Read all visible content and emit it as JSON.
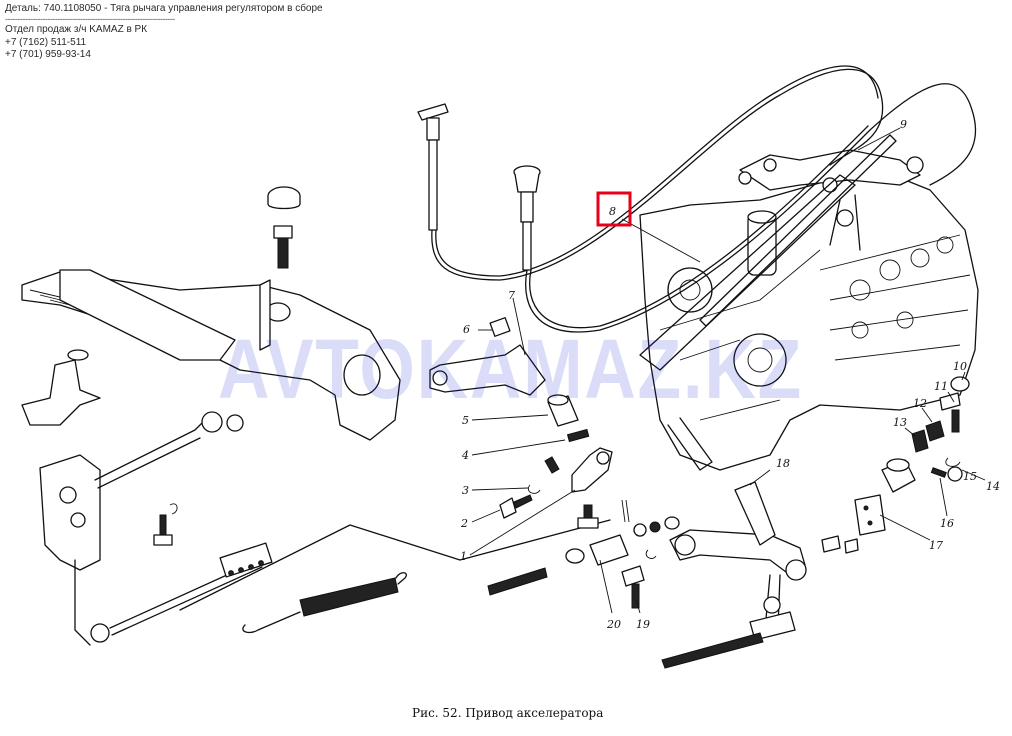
{
  "header": {
    "title": "Деталь: 740.1108050 - Тяга рычага управления регулятором в сборе",
    "separator": "--------------------------------------------------------------------",
    "dept": "Отдел продаж з/ч KAMAZ в РК",
    "phone1": "+7 (7162) 511-511",
    "phone2": "+7 (701) 959-93-14"
  },
  "diagram": {
    "caption": "Рис. 52. Привод акселератора",
    "watermark": "AVTOKAMAZ.KZ",
    "highlight_color": "#e8001a",
    "callouts": [
      {
        "id": "c1",
        "label": "1"
      },
      {
        "id": "c2",
        "label": "2"
      },
      {
        "id": "c3",
        "label": "3"
      },
      {
        "id": "c4",
        "label": "4"
      },
      {
        "id": "c5",
        "label": "5"
      },
      {
        "id": "c6",
        "label": "6"
      },
      {
        "id": "c7",
        "label": "7"
      },
      {
        "id": "c8",
        "label": "8"
      },
      {
        "id": "c9",
        "label": "9"
      },
      {
        "id": "c10",
        "label": "10"
      },
      {
        "id": "c11",
        "label": "11"
      },
      {
        "id": "c12",
        "label": "12"
      },
      {
        "id": "c13",
        "label": "13"
      },
      {
        "id": "c14",
        "label": "14"
      },
      {
        "id": "c15",
        "label": "15"
      },
      {
        "id": "c16",
        "label": "16"
      },
      {
        "id": "c17",
        "label": "17"
      },
      {
        "id": "c18",
        "label": "18"
      },
      {
        "id": "c19",
        "label": "19"
      },
      {
        "id": "c20",
        "label": "20"
      }
    ]
  }
}
